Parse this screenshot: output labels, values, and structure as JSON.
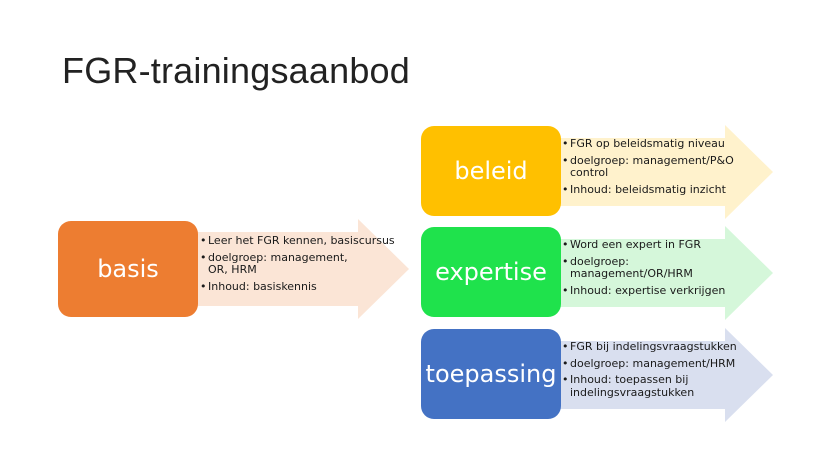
{
  "slide": {
    "title": "FGR-trainingsaanbod"
  },
  "colors": {
    "basis_box": "#ED7D31",
    "basis_arrow": "#FBE5D6",
    "beleid_box": "#FFC000",
    "beleid_arrow": "#FFF2CC",
    "expertise_box": "#1FE24C",
    "expertise_arrow": "#D5F7DA",
    "toepassing_box": "#4472C4",
    "toepassing_arrow": "#D9DFEF"
  },
  "items": {
    "basis": {
      "label": "basis",
      "bullets": [
        "Leer het FGR kennen, basiscursus",
        "doelgroep: management, OR, HRM",
        "Inhoud: basiskennis"
      ]
    },
    "beleid": {
      "label": "beleid",
      "bullets": [
        "FGR op beleidsmatig niveau",
        "doelgroep: management/P&O control",
        "Inhoud: beleidsmatig inzicht"
      ]
    },
    "expertise": {
      "label": "expertise",
      "bullets": [
        "Word een expert in FGR",
        "doelgroep: management/OR/HRM",
        "Inhoud: expertise verkrijgen"
      ]
    },
    "toepassing": {
      "label": "toepassing",
      "bullets": [
        "FGR bij indelingsvraagstukken",
        "doelgroep: management/HRM",
        "Inhoud: toepassen bij indelingsvraagstukken"
      ]
    }
  }
}
